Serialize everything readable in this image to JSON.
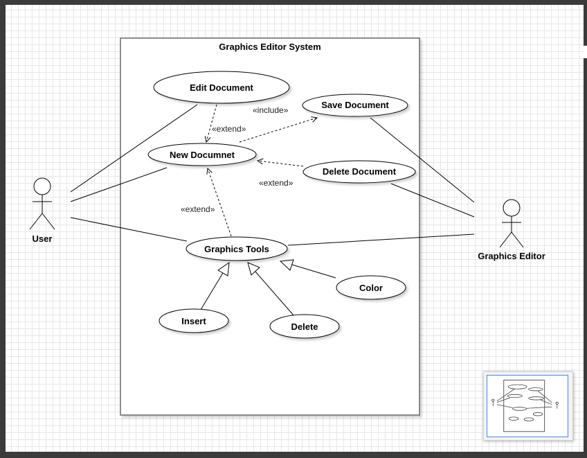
{
  "system": {
    "title": "Graphics Editor System"
  },
  "actors": {
    "user": "User",
    "editor": "Graphics Editor"
  },
  "use_cases": {
    "edit_document": "Edit Document",
    "save_document": "Save Document",
    "new_document": "New Documnet",
    "delete_document": "Delete Document",
    "graphics_tools": "Graphics Tools",
    "color": "Color",
    "insert": "Insert",
    "delete": "Delete"
  },
  "relations": {
    "include": "«include»",
    "extend_edit": "«extend»",
    "extend_delete": "«extend»",
    "extend_tools": "«extend»"
  },
  "colors": {
    "grid": "#e6e6e6",
    "line": "#000000",
    "background": "#3b3b3b",
    "outline_frame": "#4a86e8"
  }
}
